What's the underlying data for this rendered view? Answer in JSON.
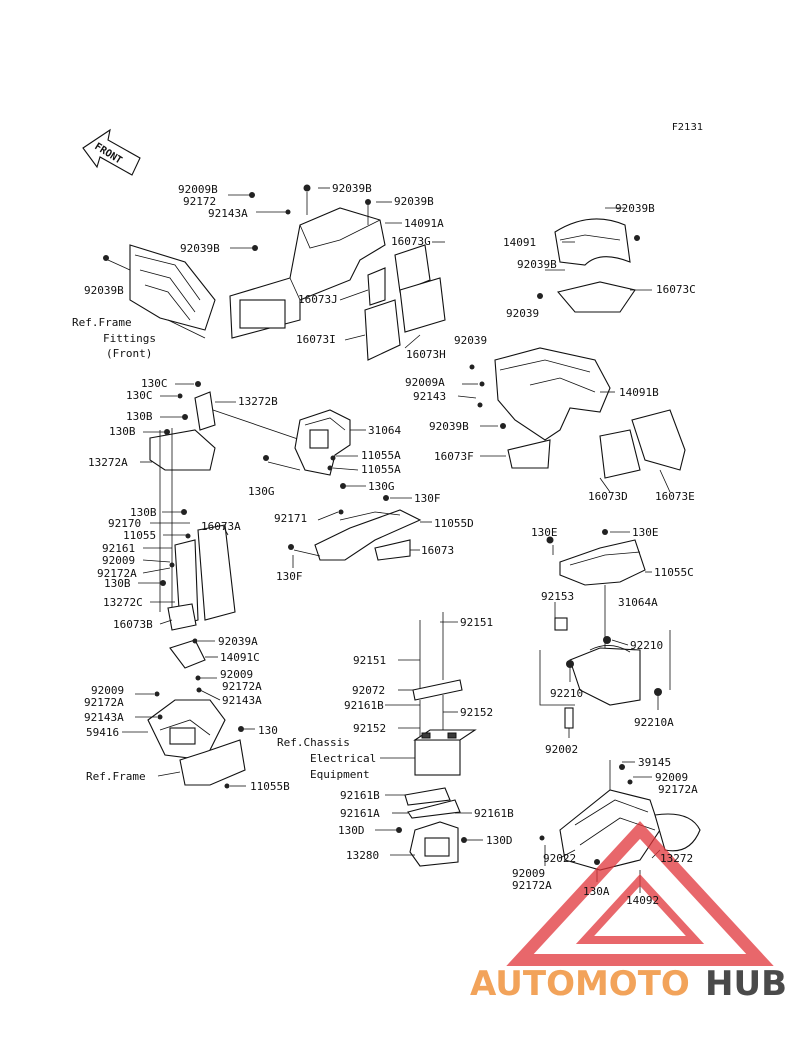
{
  "figure_code": "F2131",
  "front_arrow": "FRONT",
  "watermark": {
    "text_part1": "AUTOMOTO",
    "text_part2": "HUB",
    "color_primary": "#f2a35a",
    "color_secondary": "#4a4a4a",
    "color_triangle": "#e0343a"
  },
  "labels": [
    {
      "id": "92009B",
      "text": "92009B"
    },
    {
      "id": "92172",
      "text": "92172"
    },
    {
      "id": "92143A",
      "text": "92143A"
    },
    {
      "id": "92039B-top",
      "text": "92039B"
    },
    {
      "id": "92039B-top2",
      "text": "92039B"
    },
    {
      "id": "14091A",
      "text": "14091A"
    },
    {
      "id": "92039B-left",
      "text": "92039B"
    },
    {
      "id": "16073G",
      "text": "16073G"
    },
    {
      "id": "92039B-far",
      "text": "92039B"
    },
    {
      "id": "16073J",
      "text": "16073J"
    },
    {
      "id": "ref-frame-1",
      "text": "Ref.Frame"
    },
    {
      "id": "fittings",
      "text": "Fittings"
    },
    {
      "id": "front",
      "text": "(Front)"
    },
    {
      "id": "16073I",
      "text": "16073I"
    },
    {
      "id": "16073H",
      "text": "16073H"
    },
    {
      "id": "92039B-right",
      "text": "92039B"
    },
    {
      "id": "14091",
      "text": "14091"
    },
    {
      "id": "92039B-right2",
      "text": "92039B"
    },
    {
      "id": "16073C",
      "text": "16073C"
    },
    {
      "id": "92039-a",
      "text": "92039"
    },
    {
      "id": "92039-b",
      "text": "92039"
    },
    {
      "id": "92009A",
      "text": "92009A"
    },
    {
      "id": "92143",
      "text": "92143"
    },
    {
      "id": "14091B",
      "text": "14091B"
    },
    {
      "id": "92039B-r3",
      "text": "92039B"
    },
    {
      "id": "16073F",
      "text": "16073F"
    },
    {
      "id": "16073D",
      "text": "16073D"
    },
    {
      "id": "16073E",
      "text": "16073E"
    },
    {
      "id": "130C-1",
      "text": "130C"
    },
    {
      "id": "130C-2",
      "text": "130C"
    },
    {
      "id": "13272B",
      "text": "13272B"
    },
    {
      "id": "130B-1",
      "text": "130B"
    },
    {
      "id": "130B-2",
      "text": "130B"
    },
    {
      "id": "13272A",
      "text": "13272A"
    },
    {
      "id": "31064",
      "text": "31064"
    },
    {
      "id": "11055A-1",
      "text": "11055A"
    },
    {
      "id": "11055A-2",
      "text": "11055A"
    },
    {
      "id": "130G-1",
      "text": "130G"
    },
    {
      "id": "130G-2",
      "text": "130G"
    },
    {
      "id": "130F-1",
      "text": "130F"
    },
    {
      "id": "92171",
      "text": "92171"
    },
    {
      "id": "11055D",
      "text": "11055D"
    },
    {
      "id": "16073",
      "text": "16073"
    },
    {
      "id": "130F-2",
      "text": "130F"
    },
    {
      "id": "130B-3",
      "text": "130B"
    },
    {
      "id": "92170",
      "text": "92170"
    },
    {
      "id": "16073A",
      "text": "16073A"
    },
    {
      "id": "11055",
      "text": "11055"
    },
    {
      "id": "92161",
      "text": "92161"
    },
    {
      "id": "92009-1",
      "text": "92009"
    },
    {
      "id": "92172A-1",
      "text": "92172A"
    },
    {
      "id": "130B-4",
      "text": "130B"
    },
    {
      "id": "13272C",
      "text": "13272C"
    },
    {
      "id": "16073B",
      "text": "16073B"
    },
    {
      "id": "130E-1",
      "text": "130E"
    },
    {
      "id": "130E-2",
      "text": "130E"
    },
    {
      "id": "11055C",
      "text": "11055C"
    },
    {
      "id": "92153",
      "text": "92153"
    },
    {
      "id": "31064A",
      "text": "31064A"
    },
    {
      "id": "92210-1",
      "text": "92210"
    },
    {
      "id": "92210-2",
      "text": "92210"
    },
    {
      "id": "92210A",
      "text": "92210A"
    },
    {
      "id": "92002",
      "text": "92002"
    },
    {
      "id": "92151-1",
      "text": "92151"
    },
    {
      "id": "92151-2",
      "text": "92151"
    },
    {
      "id": "92072",
      "text": "92072"
    },
    {
      "id": "92161B-1",
      "text": "92161B"
    },
    {
      "id": "92152-1",
      "text": "92152"
    },
    {
      "id": "92152-2",
      "text": "92152"
    },
    {
      "id": "ref-chassis",
      "text": "Ref.Chassis"
    },
    {
      "id": "electrical",
      "text": "Electrical"
    },
    {
      "id": "equipment",
      "text": "Equipment"
    },
    {
      "id": "92161B-2",
      "text": "92161B"
    },
    {
      "id": "92161A",
      "text": "92161A"
    },
    {
      "id": "92161B-3",
      "text": "92161B"
    },
    {
      "id": "130D-1",
      "text": "130D"
    },
    {
      "id": "130D-2",
      "text": "130D"
    },
    {
      "id": "13280",
      "text": "13280"
    },
    {
      "id": "92039A",
      "text": "92039A"
    },
    {
      "id": "14091C",
      "text": "14091C"
    },
    {
      "id": "92009-2",
      "text": "92009"
    },
    {
      "id": "92172A-2",
      "text": "92172A"
    },
    {
      "id": "92009-3",
      "text": "92009"
    },
    {
      "id": "92172A-3",
      "text": "92172A"
    },
    {
      "id": "92143A-2",
      "text": "92143A"
    },
    {
      "id": "92143A-3",
      "text": "92143A"
    },
    {
      "id": "59416",
      "text": "59416"
    },
    {
      "id": "130",
      "text": "130"
    },
    {
      "id": "ref-frame-2",
      "text": "Ref.Frame"
    },
    {
      "id": "11055B",
      "text": "11055B"
    },
    {
      "id": "39145",
      "text": "39145"
    },
    {
      "id": "92009-4",
      "text": "92009"
    },
    {
      "id": "92172A-4",
      "text": "92172A"
    },
    {
      "id": "92022",
      "text": "92022"
    },
    {
      "id": "13272",
      "text": "13272"
    },
    {
      "id": "92009-5",
      "text": "92009"
    },
    {
      "id": "92172A-5",
      "text": "92172A"
    },
    {
      "id": "130A",
      "text": "130A"
    },
    {
      "id": "14092",
      "text": "14092"
    }
  ]
}
